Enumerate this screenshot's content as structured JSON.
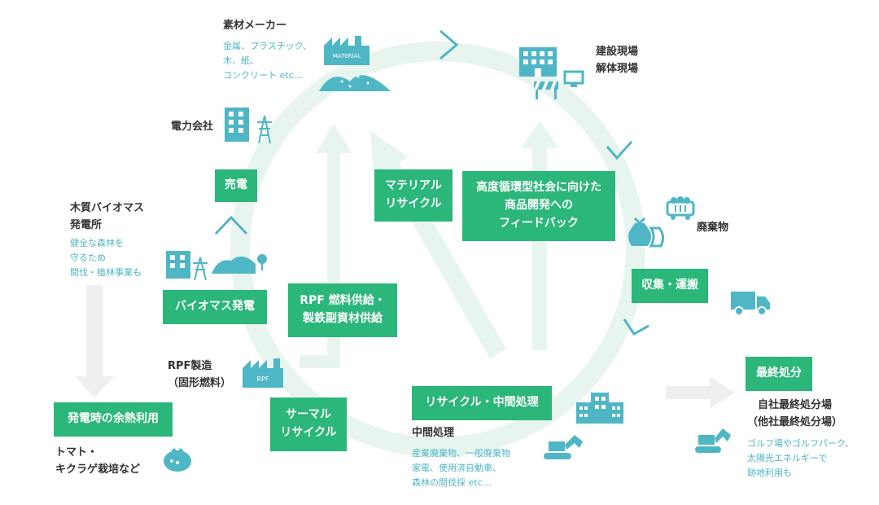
{
  "labels": {
    "material_maker": "素材メーカー",
    "construction_site": "建設現場\n解体現場",
    "power_company": "電力会社",
    "waste": "廃棄物",
    "wood_biomass": "木質バイオマス\n発電所",
    "rpf_production": "RPF製造\n（固形燃料）",
    "tomato": "トマト・\nキクラゲ栽培など",
    "intermediate": "中間処理",
    "own_landfill": "自社最終処分場\n（他社最終処分場）"
  },
  "subtexts": {
    "material_maker": "金属、プラスチック、\n木、紙、\nコンクリート etc…",
    "wood_biomass": "健全な森林を\n守るため\n間伐・植林事業も",
    "intermediate": "産業廃棄物、一般廃棄物\n家電、使用済自動車、\n森林の間伐採 etc…",
    "own_landfill": "ゴルフ場やゴルフパーク、\n太陽光エネルギーで\n跡地利用も"
  },
  "boxes": {
    "sell_power": "売電",
    "material_recycle": "マテリアル\nリサイクル",
    "feedback": "高度循環型社会に向けた\n商品開発への\nフィードバック",
    "collect": "収集・運搬",
    "biomass_power": "バイオマス発電",
    "rpf_supply": "RPF 燃料供給・\n製鉄副資材供給",
    "recycle_mid": "リサイクル・中間処理",
    "thermal_recycle": "サーマル\nリサイクル",
    "waste_heat": "発電時の余熱利用",
    "final_disposal": "最終処分"
  },
  "icon_text": {
    "material": "MATERIAL",
    "rpf": "RPF"
  },
  "colors": {
    "box": "#2bb67a",
    "icon": "#4fb6c6",
    "cycle": "#e8f5ef",
    "arrow_grey": "#efefef",
    "chevron": "#4fb6c6"
  }
}
